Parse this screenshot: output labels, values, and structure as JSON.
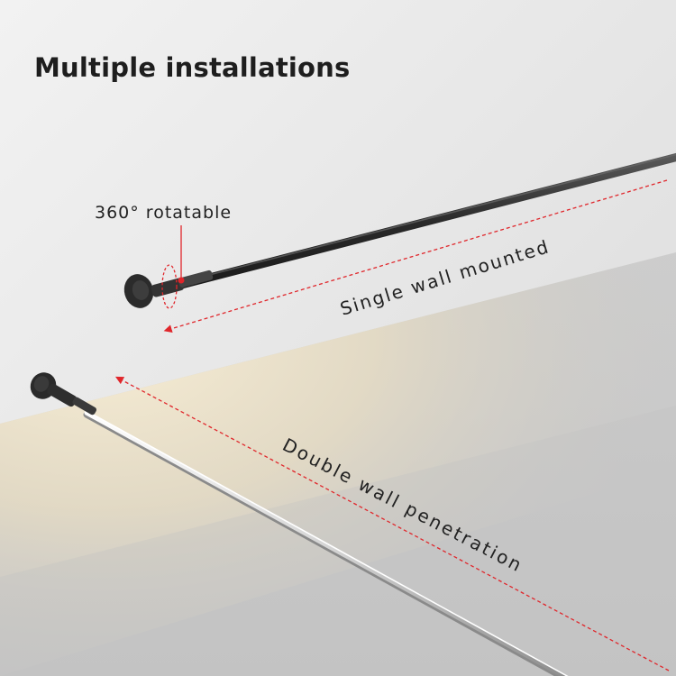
{
  "title": "Multiple installations",
  "labels": {
    "rotatable": "360° rotatable",
    "single": "Single wall mounted",
    "double": "Double wall penetration"
  },
  "colors": {
    "accent": "#e0262b",
    "background": "#e6e6e6",
    "rod_dark": "#2a2a2a",
    "rod_light": "#dcdcdc"
  }
}
